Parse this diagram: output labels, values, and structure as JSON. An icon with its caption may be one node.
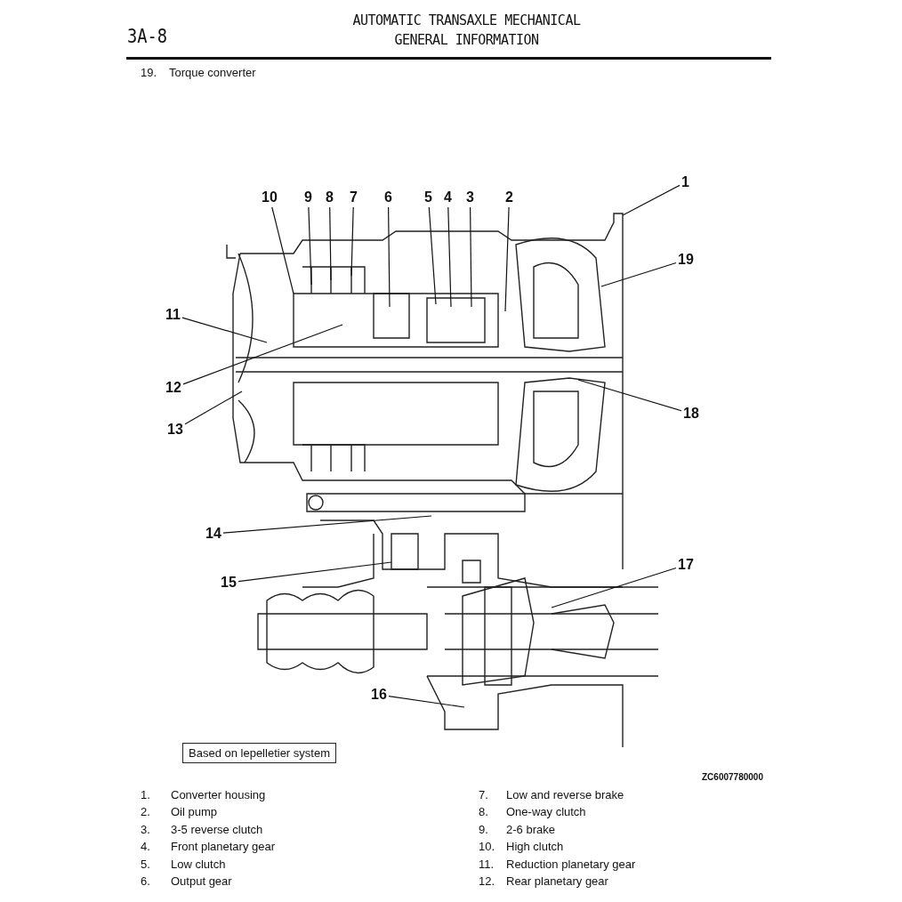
{
  "diagram": {
    "title": "AUTOMATIC TRANSAXLE MECHANICAL GENERAL INFORMATION",
    "nodes": [
      {
        "text": [
          "1"
        ]
      },
      {
        "text": [
          "10"
        ]
      },
      {
        "text": [
          "9"
        ]
      },
      {
        "text": [
          "8"
        ]
      },
      {
        "text": [
          "7"
        ]
      },
      {
        "text": [
          "6"
        ]
      },
      {
        "text": [
          "5"
        ]
      },
      {
        "text": [
          "4"
        ]
      },
      {
        "text": [
          "3"
        ]
      },
      {
        "text": [
          "2"
        ]
      },
      {
        "text": [
          "19"
        ]
      },
      {
        "text": [
          "11"
        ]
      },
      {
        "text": [
          "12"
        ]
      },
      {
        "text": [
          "13"
        ]
      },
      {
        "text": [
          "18"
        ]
      },
      {
        "text": [
          "14"
        ]
      },
      {
        "text": [
          "17"
        ]
      },
      {
        "text": [
          "15"
        ]
      },
      {
        "text": [
          "16"
        ]
      },
      {
        "text": [
          "Based on lepelletier system"
        ]
      }
    ],
    "edges": [
      {
        "from": 0,
        "to": null,
        "arrow": "none"
      },
      {
        "from": 1,
        "to": null,
        "arrow": "none"
      },
      {
        "from": 2,
        "to": null,
        "arrow": "none"
      },
      {
        "from": 3,
        "to": null,
        "arrow": "none"
      },
      {
        "from": 4,
        "to": null,
        "arrow": "none"
      },
      {
        "from": 5,
        "to": null,
        "arrow": "none"
      },
      {
        "from": 6,
        "to": null,
        "arrow": "none"
      },
      {
        "from": 7,
        "to": null,
        "arrow": "none"
      },
      {
        "from": 8,
        "to": null,
        "arrow": "none"
      },
      {
        "from": 9,
        "to": null,
        "arrow": "none"
      },
      {
        "from": 10,
        "to": null,
        "arrow": "none"
      },
      {
        "from": 11,
        "to": null,
        "arrow": "none"
      },
      {
        "from": 12,
        "to": null,
        "arrow": "none"
      },
      {
        "from": 13,
        "to": null,
        "arrow": "none"
      },
      {
        "from": 14,
        "to": null,
        "arrow": "none"
      },
      {
        "from": 15,
        "to": null,
        "arrow": "none"
      },
      {
        "from": 16,
        "to": null,
        "arrow": "none"
      },
      {
        "from": 17,
        "to": null,
        "arrow": "none"
      },
      {
        "from": 18,
        "to": null,
        "arrow": "none"
      }
    ],
    "labels": [
      "3A-8",
      "19.",
      "Torque converter",
      "ZC6007780000",
      "1.",
      "Converter housing",
      "7.",
      "Low and reverse brake",
      "2.",
      "Oil pump",
      "8.",
      "One-way clutch",
      "3.",
      "3-5 reverse clutch",
      "9.",
      "2-6 brake",
      "4.",
      "Front planetary gear",
      "10.",
      "High clutch",
      "5.",
      "Low clutch",
      "11.",
      "Reduction planetary gear",
      "6.",
      "Output gear",
      "12.",
      "Rear planetary gear"
    ]
  }
}
